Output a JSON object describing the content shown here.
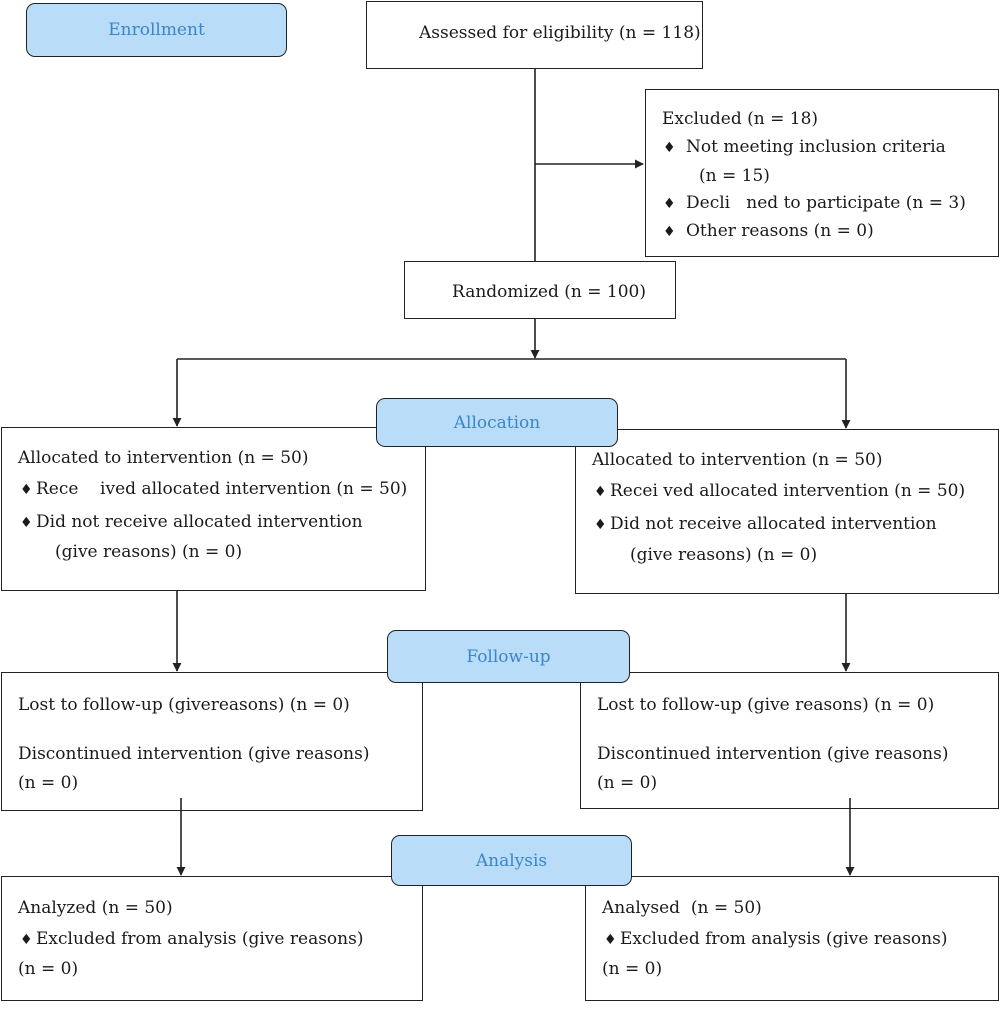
{
  "stages": {
    "enrollment": "Enrollment",
    "allocation": "Allocation",
    "follow_up": "Follow-up",
    "analysis": "Analysis"
  },
  "assessed": "Assessed for eligibility (n = 118)",
  "excluded": {
    "title": "Excluded (n = 18)",
    "item1_line1": "Not meeting inclusion criteria",
    "item1_line2": "(n = 15)",
    "item2": "Decli   ned to participate (n = 3)",
    "item3": "Other reasons (n = 0)",
    "bullet": "♦"
  },
  "randomized": "Randomized (n = 100)",
  "allocation_left": {
    "title": "Allocated to intervention (n = 50)",
    "item1": "Rece    ived allocated intervention (n = 50)",
    "item2_line1": "Did not receive allocated intervention",
    "item2_line2": "(give reasons) (n = 0)"
  },
  "allocation_right": {
    "title": "Allocated to intervention (n = 50)",
    "item1": "Recei ved allocated intervention (n = 50)",
    "item2_line1": "Did not receive allocated intervention",
    "item2_line2": "(give reasons) (n = 0)"
  },
  "followup_left": {
    "lost": "Lost to follow-up (givereasons) (n = 0)",
    "discontinued": "Discontinued intervention (give reasons)",
    "n": "(n = 0)"
  },
  "followup_right": {
    "lost": "Lost to follow-up (give reasons) (n = 0)",
    "discontinued": "Discontinued intervention (give reasons)",
    "n": "(n = 0)"
  },
  "analysis_left": {
    "title": "Analyzed (n = 50)",
    "item": "Excluded from analysis (give reasons)",
    "n": "(n = 0)"
  },
  "analysis_right": {
    "title": "Analysed  (n = 50)",
    "item": "Excluded from analysis (give reasons)",
    "n": "(n = 0)"
  },
  "colors": {
    "stage_fill": "#b9dcf9",
    "stage_text": "#3a86c8",
    "line": "#222222"
  }
}
